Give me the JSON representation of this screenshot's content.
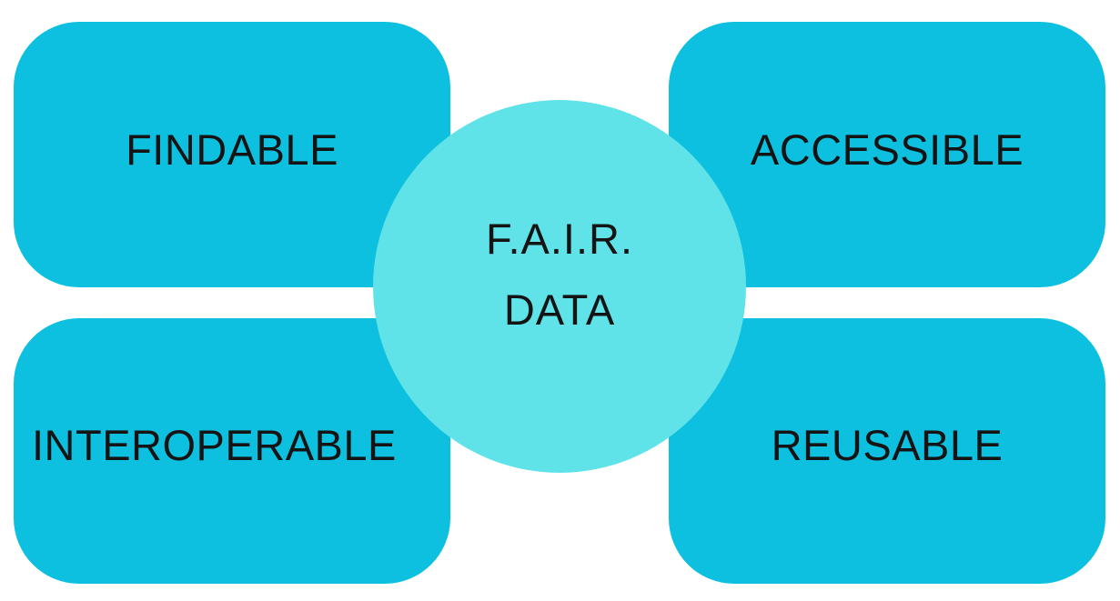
{
  "colors": {
    "box_fill": "#0ec0e0",
    "circle_fill": "#5fe3e9",
    "text": "#141414",
    "background": "#ffffff"
  },
  "quadrants": {
    "top_left": "FINDABLE",
    "top_right": "ACCESSIBLE",
    "bottom_left": "INTEROPERABLE",
    "bottom_right": "REUSABLE"
  },
  "center": {
    "line1": "F.A.I.R.",
    "line2": "DATA"
  }
}
